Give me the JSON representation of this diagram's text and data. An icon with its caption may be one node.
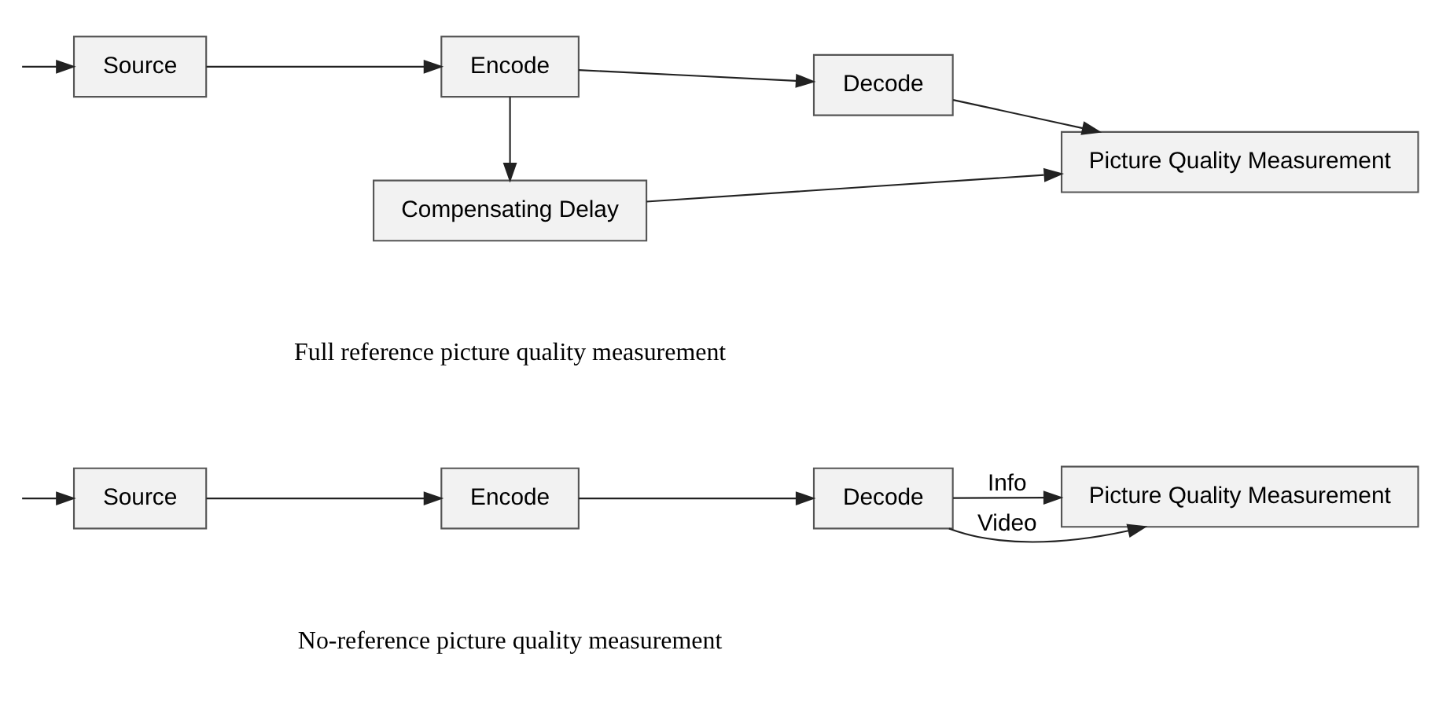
{
  "diagram": {
    "nodes": [
      {
        "text": [
          "Source"
        ]
      },
      {
        "text": [
          "Encode"
        ]
      },
      {
        "text": [
          "Decode"
        ]
      },
      {
        "text": [
          "Compensating Delay"
        ]
      },
      {
        "text": [
          "Picture Quality Measurement"
        ]
      },
      {
        "text": [
          "Source"
        ]
      },
      {
        "text": [
          "Encode"
        ]
      },
      {
        "text": [
          "Decode"
        ]
      },
      {
        "text": [
          "Picture Quality Measurement"
        ]
      }
    ],
    "edges": [
      {
        "from": null,
        "to": 0,
        "arrow": "to"
      },
      {
        "from": 0,
        "to": 1,
        "arrow": "to"
      },
      {
        "from": 1,
        "to": 2,
        "arrow": "to"
      },
      {
        "from": 2,
        "to": 4,
        "arrow": "to"
      },
      {
        "from": 1,
        "to": 3,
        "arrow": "to"
      },
      {
        "from": 3,
        "to": 4,
        "arrow": "to"
      },
      {
        "from": null,
        "to": 5,
        "arrow": "to"
      },
      {
        "from": 5,
        "to": 6,
        "arrow": "to"
      },
      {
        "from": 6,
        "to": 7,
        "arrow": "to"
      },
      {
        "from": 7,
        "to": 8,
        "arrow": "to",
        "label": "Video"
      },
      {
        "from": 7,
        "to": 8,
        "arrow": "to",
        "label": "Info"
      }
    ],
    "labels": [
      "Full reference picture quality measurement",
      "No-reference picture quality measurement"
    ]
  }
}
